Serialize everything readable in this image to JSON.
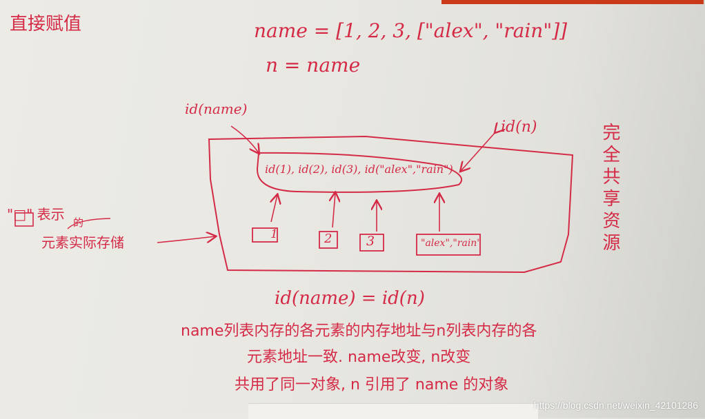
{
  "title": "直接赋值",
  "code": {
    "line1": "name = [1, 2, 3, [\"alex\", \"rain\"]]",
    "line2": "n = name"
  },
  "labels": {
    "id_name": "id(name)",
    "id_n": "id(n)",
    "list_ids": "id(1),  id(2), id(3), id(\"alex\",\"rain\")",
    "legend_line1": "\"□\" 表示",
    "legend_insert": "的",
    "legend_line2": "元素实际存储",
    "side_note": "完全共享资源"
  },
  "storage_boxes": [
    {
      "value": "1"
    },
    {
      "value": "2"
    },
    {
      "value": "3"
    },
    {
      "value": "\"alex\",\"rain\""
    }
  ],
  "conclusion": {
    "equation": "id(name) = id(n)",
    "line1": "name列表内存的各元素的内存地址与n列表内存的各",
    "line2": "元素地址一致.   name改变, n改变",
    "line3": "共用了同一对象, n 引用了 name 的对象"
  },
  "watermark": "https://blog.csdn.net/weixin_42101286",
  "colors": {
    "ink": "#d42a46",
    "paper": "#e9e8e3",
    "strip": "#c83a18"
  }
}
